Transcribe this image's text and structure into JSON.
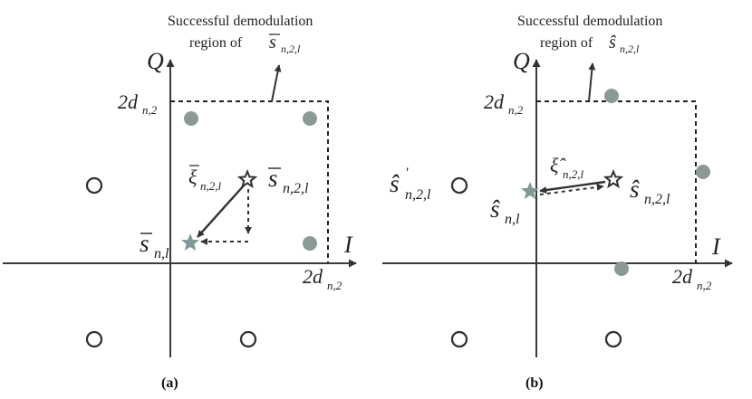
{
  "panels": {
    "a": {
      "label": "(a)",
      "caption_line1": "Successful demodulation",
      "caption_line2": "region of",
      "region_symbol": "s",
      "region_sub": "n,2,l",
      "axis_q": "Q",
      "axis_i": "I",
      "q_tick_coef": "2d",
      "q_tick_sub": "n,2",
      "i_tick_coef": "2d",
      "i_tick_sub": "n,2",
      "xi_symbol": "ξ",
      "xi_sub": "n,2,l",
      "target_symbol": "s",
      "target_sub": "n,2,l",
      "star_symbol": "s",
      "star_sub": "n,l"
    },
    "b": {
      "label": "(b)",
      "caption_line1": "Successful demodulation",
      "caption_line2": "region of",
      "region_symbol": "ŝ",
      "region_sub": "n,2,l",
      "axis_q": "Q",
      "axis_i": "I",
      "q_tick_coef": "2d",
      "q_tick_sub": "n,2",
      "i_tick_coef": "2d",
      "i_tick_sub": "n,2",
      "xi_symbol": "ξ̂",
      "xi_sub": "n,2,l",
      "target_symbol": "ŝ",
      "target_sub": "n,2,l",
      "prime_symbol": "ŝ",
      "prime_sup": "'",
      "prime_sub": "n,2,l",
      "star_symbol": "ŝ",
      "star_sub": "n,l"
    }
  },
  "colors": {
    "axis": "#3a3a3a",
    "filled_point": "#8c9a97",
    "star_fill": "#7f9a96",
    "hollow_point": "#333333"
  }
}
